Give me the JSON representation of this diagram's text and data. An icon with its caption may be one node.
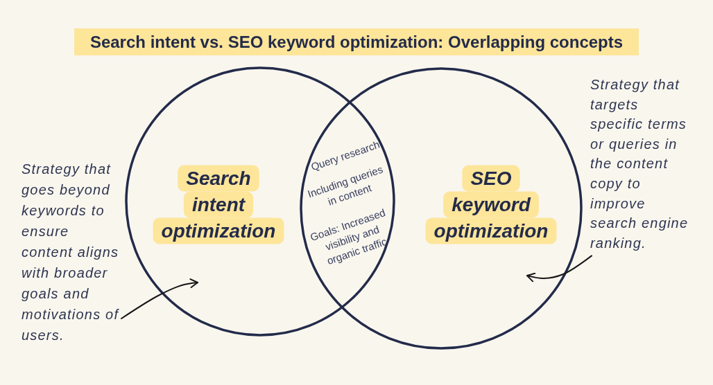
{
  "diagram": {
    "title": "Search intent vs. SEO keyword optimization: Overlapping concepts",
    "nodes": [
      {
        "text": [],
        "shape": "circle"
      },
      {
        "text": [],
        "shape": "circle"
      },
      {
        "text": [
          "Search intent optimization"
        ],
        "in": 0
      },
      {
        "text": [
          "SEO keyword optimization"
        ],
        "in": 1
      },
      {
        "text": [
          "Strategy that goes beyond keywords to ensure content aligns with broader goals and motivations of users."
        ]
      },
      {
        "text": [
          "Strategy that targets specific terms or queries in the content copy to improve search engine ranking."
        ]
      }
    ],
    "edges": [
      {
        "from": 4,
        "to": 0,
        "arrow": "to"
      },
      {
        "from": 5,
        "to": 1,
        "arrow": "to"
      }
    ],
    "labels": [
      "Query research",
      "Including queries in content",
      "Goals: Increased visibility and organic traffic"
    ]
  }
}
